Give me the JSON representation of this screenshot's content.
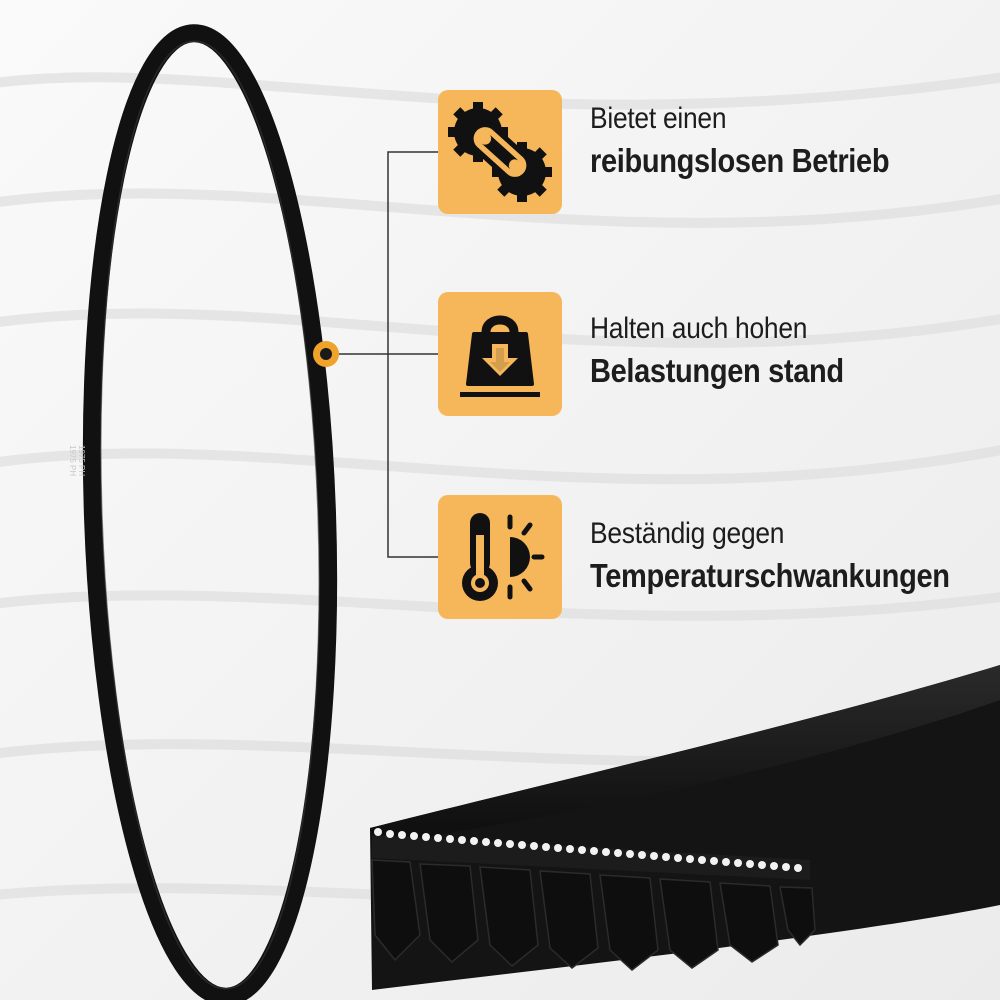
{
  "colors": {
    "accent": "#f6b75a",
    "dot": "#f0a32a",
    "belt": "#141414",
    "text": "#1d1d1d",
    "background": "#f3f3f3"
  },
  "belt_print": {
    "line_a": "1975 PH",
    "line_b": "1975 PH"
  },
  "features": [
    {
      "icon": "gear-belt-icon",
      "line1": "Bietet einen",
      "line2": "reibungslosen Betrieb"
    },
    {
      "icon": "weight-load-icon",
      "line1": "Halten auch hohen",
      "line2": "Belastungen stand"
    },
    {
      "icon": "thermometer-sun-icon",
      "line1": "Beständig gegen",
      "line2": "Temperaturschwankungen"
    }
  ]
}
